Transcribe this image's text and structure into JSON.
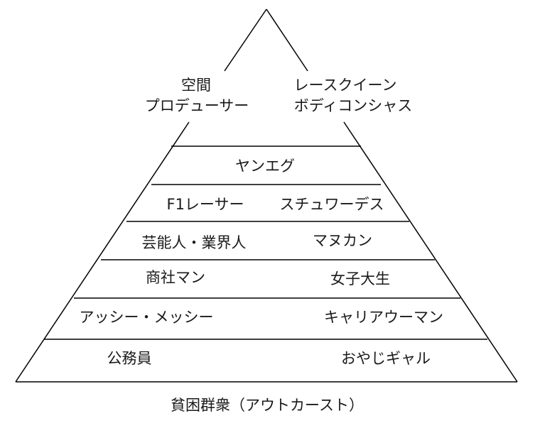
{
  "pyramid": {
    "apex": {
      "left": [
        "空間",
        "プロデューサー"
      ],
      "right": [
        "レースクイーン",
        "ボディコンシャス"
      ]
    },
    "tiers": [
      {
        "center": "ヤンエグ"
      },
      {
        "left": "F1レーサー",
        "right": "スチュワーデス"
      },
      {
        "left": "芸能人・業界人",
        "right": "マヌカン"
      },
      {
        "left": "商社マン",
        "right": "女子大生"
      },
      {
        "left": "アッシー・メッシー",
        "right": "キャリアウーマン"
      },
      {
        "left": "公務員",
        "right": "おやじギャル"
      }
    ],
    "base_label": "貧困群衆（アウトカースト）"
  }
}
